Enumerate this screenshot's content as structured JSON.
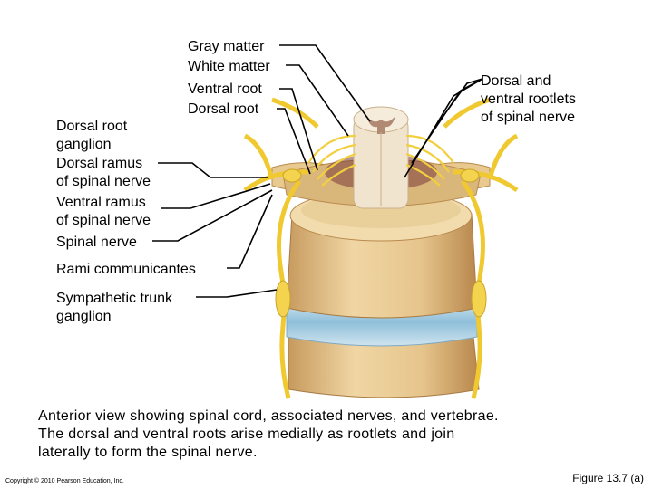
{
  "labels": {
    "gray_matter": "Gray matter",
    "white_matter": "White matter",
    "ventral_root": "Ventral root",
    "dorsal_root": "Dorsal root",
    "drg": [
      "Dorsal root",
      "ganglion"
    ],
    "dorsal_ramus": [
      "Dorsal ramus",
      "of spinal nerve"
    ],
    "ventral_ramus": [
      "Ventral ramus",
      "of spinal nerve"
    ],
    "spinal_nerve": "Spinal nerve",
    "rami": "Rami communicantes",
    "symp": [
      "Sympathetic trunk",
      "ganglion"
    ],
    "rootlets": [
      "Dorsal and",
      "ventral rootlets",
      "of spinal nerve"
    ]
  },
  "caption": [
    "Anterior view showing spinal cord, associated nerves, and vertebrae.",
    " The dorsal and ventral roots arise medially as rootlets and join",
    " laterally to form the spinal nerve."
  ],
  "copyright": "Copyright © 2010 Pearson Education, Inc.",
  "figure": "Figure 13.7 (a)",
  "colors": {
    "bone": "#e8c98f",
    "bone_dark": "#b98a4c",
    "nerve": "#f3d24a",
    "disc": "#9fc8de"
  }
}
